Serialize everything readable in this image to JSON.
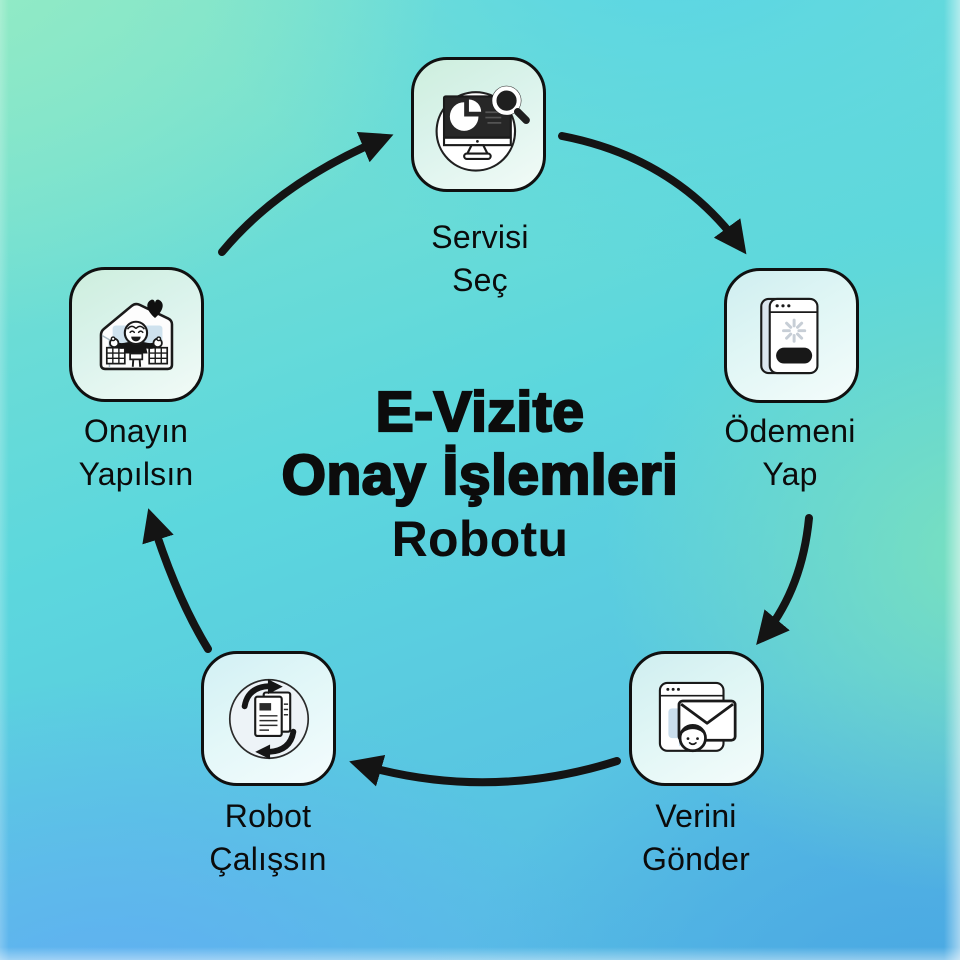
{
  "title": {
    "line1": "E-Vizite",
    "line2": "Onay İşlemleri",
    "line3": "Robotu"
  },
  "steps": [
    {
      "name": "servisi-sec",
      "line1": "Servisi",
      "line2": "Seç",
      "icon": "monitor-pie-chart-magnifier-icon"
    },
    {
      "name": "odemeni-yap",
      "line1": "Ödemeni",
      "line2": "Yap",
      "icon": "browser-loading-pay-button-icon"
    },
    {
      "name": "verini-gonder",
      "line1": "Verini",
      "line2": "Gönder",
      "icon": "browser-envelope-avatar-icon"
    },
    {
      "name": "robot-calissin",
      "line1": "Robot",
      "line2": "Çalışsın",
      "icon": "document-sync-arrows-icon"
    },
    {
      "name": "onayin-yapilsin",
      "line1": "Onayın",
      "line2": "Yapılsın",
      "icon": "house-person-heart-icon"
    }
  ],
  "colors": {
    "arrow": "#141414",
    "tile_border": "#101010",
    "tile_background": "#dbf3ec",
    "text": "#0b0b0b",
    "background_top_left": "#93ebc4",
    "background_center": "#5cd7dd",
    "background_bottom": "#55b5e6"
  }
}
